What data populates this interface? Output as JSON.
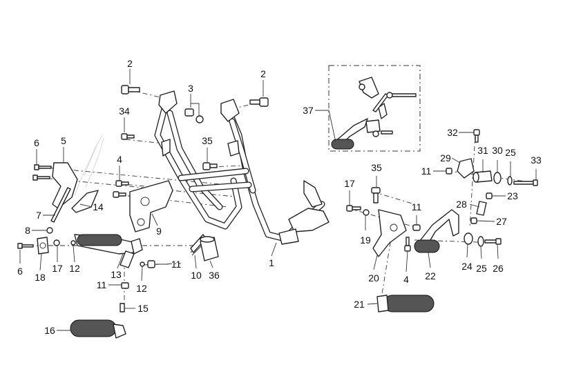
{
  "diagram": {
    "callouts": [
      {
        "id": "c-2a",
        "label": "2"
      },
      {
        "id": "c-2b",
        "label": "2"
      },
      {
        "id": "c-3",
        "label": "3"
      },
      {
        "id": "c-34",
        "label": "34"
      },
      {
        "id": "c-6a",
        "label": "6"
      },
      {
        "id": "c-5",
        "label": "5"
      },
      {
        "id": "c-4a",
        "label": "4"
      },
      {
        "id": "c-35a",
        "label": "35"
      },
      {
        "id": "c-7",
        "label": "7"
      },
      {
        "id": "c-14",
        "label": "14"
      },
      {
        "id": "c-8",
        "label": "8"
      },
      {
        "id": "c-9",
        "label": "9"
      },
      {
        "id": "c-6b",
        "label": "6"
      },
      {
        "id": "c-18",
        "label": "18"
      },
      {
        "id": "c-17a",
        "label": "17"
      },
      {
        "id": "c-12a",
        "label": "12"
      },
      {
        "id": "c-13",
        "label": "13"
      },
      {
        "id": "c-11a",
        "label": "11"
      },
      {
        "id": "c-12b",
        "label": "12"
      },
      {
        "id": "c-11b",
        "label": "11"
      },
      {
        "id": "c-15",
        "label": "15"
      },
      {
        "id": "c-16",
        "label": "16"
      },
      {
        "id": "c-10",
        "label": "10"
      },
      {
        "id": "c-36",
        "label": "36"
      },
      {
        "id": "c-1",
        "label": "1"
      },
      {
        "id": "c-37",
        "label": "37"
      },
      {
        "id": "c-35b",
        "label": "35"
      },
      {
        "id": "c-17b",
        "label": "17"
      },
      {
        "id": "c-19",
        "label": "19"
      },
      {
        "id": "c-11c",
        "label": "11"
      },
      {
        "id": "c-20",
        "label": "20"
      },
      {
        "id": "c-4b",
        "label": "4"
      },
      {
        "id": "c-21",
        "label": "21"
      },
      {
        "id": "c-22",
        "label": "22"
      },
      {
        "id": "c-32",
        "label": "32"
      },
      {
        "id": "c-29",
        "label": "29"
      },
      {
        "id": "c-31",
        "label": "31"
      },
      {
        "id": "c-30",
        "label": "30"
      },
      {
        "id": "c-25a",
        "label": "25"
      },
      {
        "id": "c-33",
        "label": "33"
      },
      {
        "id": "c-11d",
        "label": "11"
      },
      {
        "id": "c-23",
        "label": "23"
      },
      {
        "id": "c-28",
        "label": "28"
      },
      {
        "id": "c-27",
        "label": "27"
      },
      {
        "id": "c-24",
        "label": "24"
      },
      {
        "id": "c-25b",
        "label": "25"
      },
      {
        "id": "c-26",
        "label": "26"
      }
    ]
  }
}
